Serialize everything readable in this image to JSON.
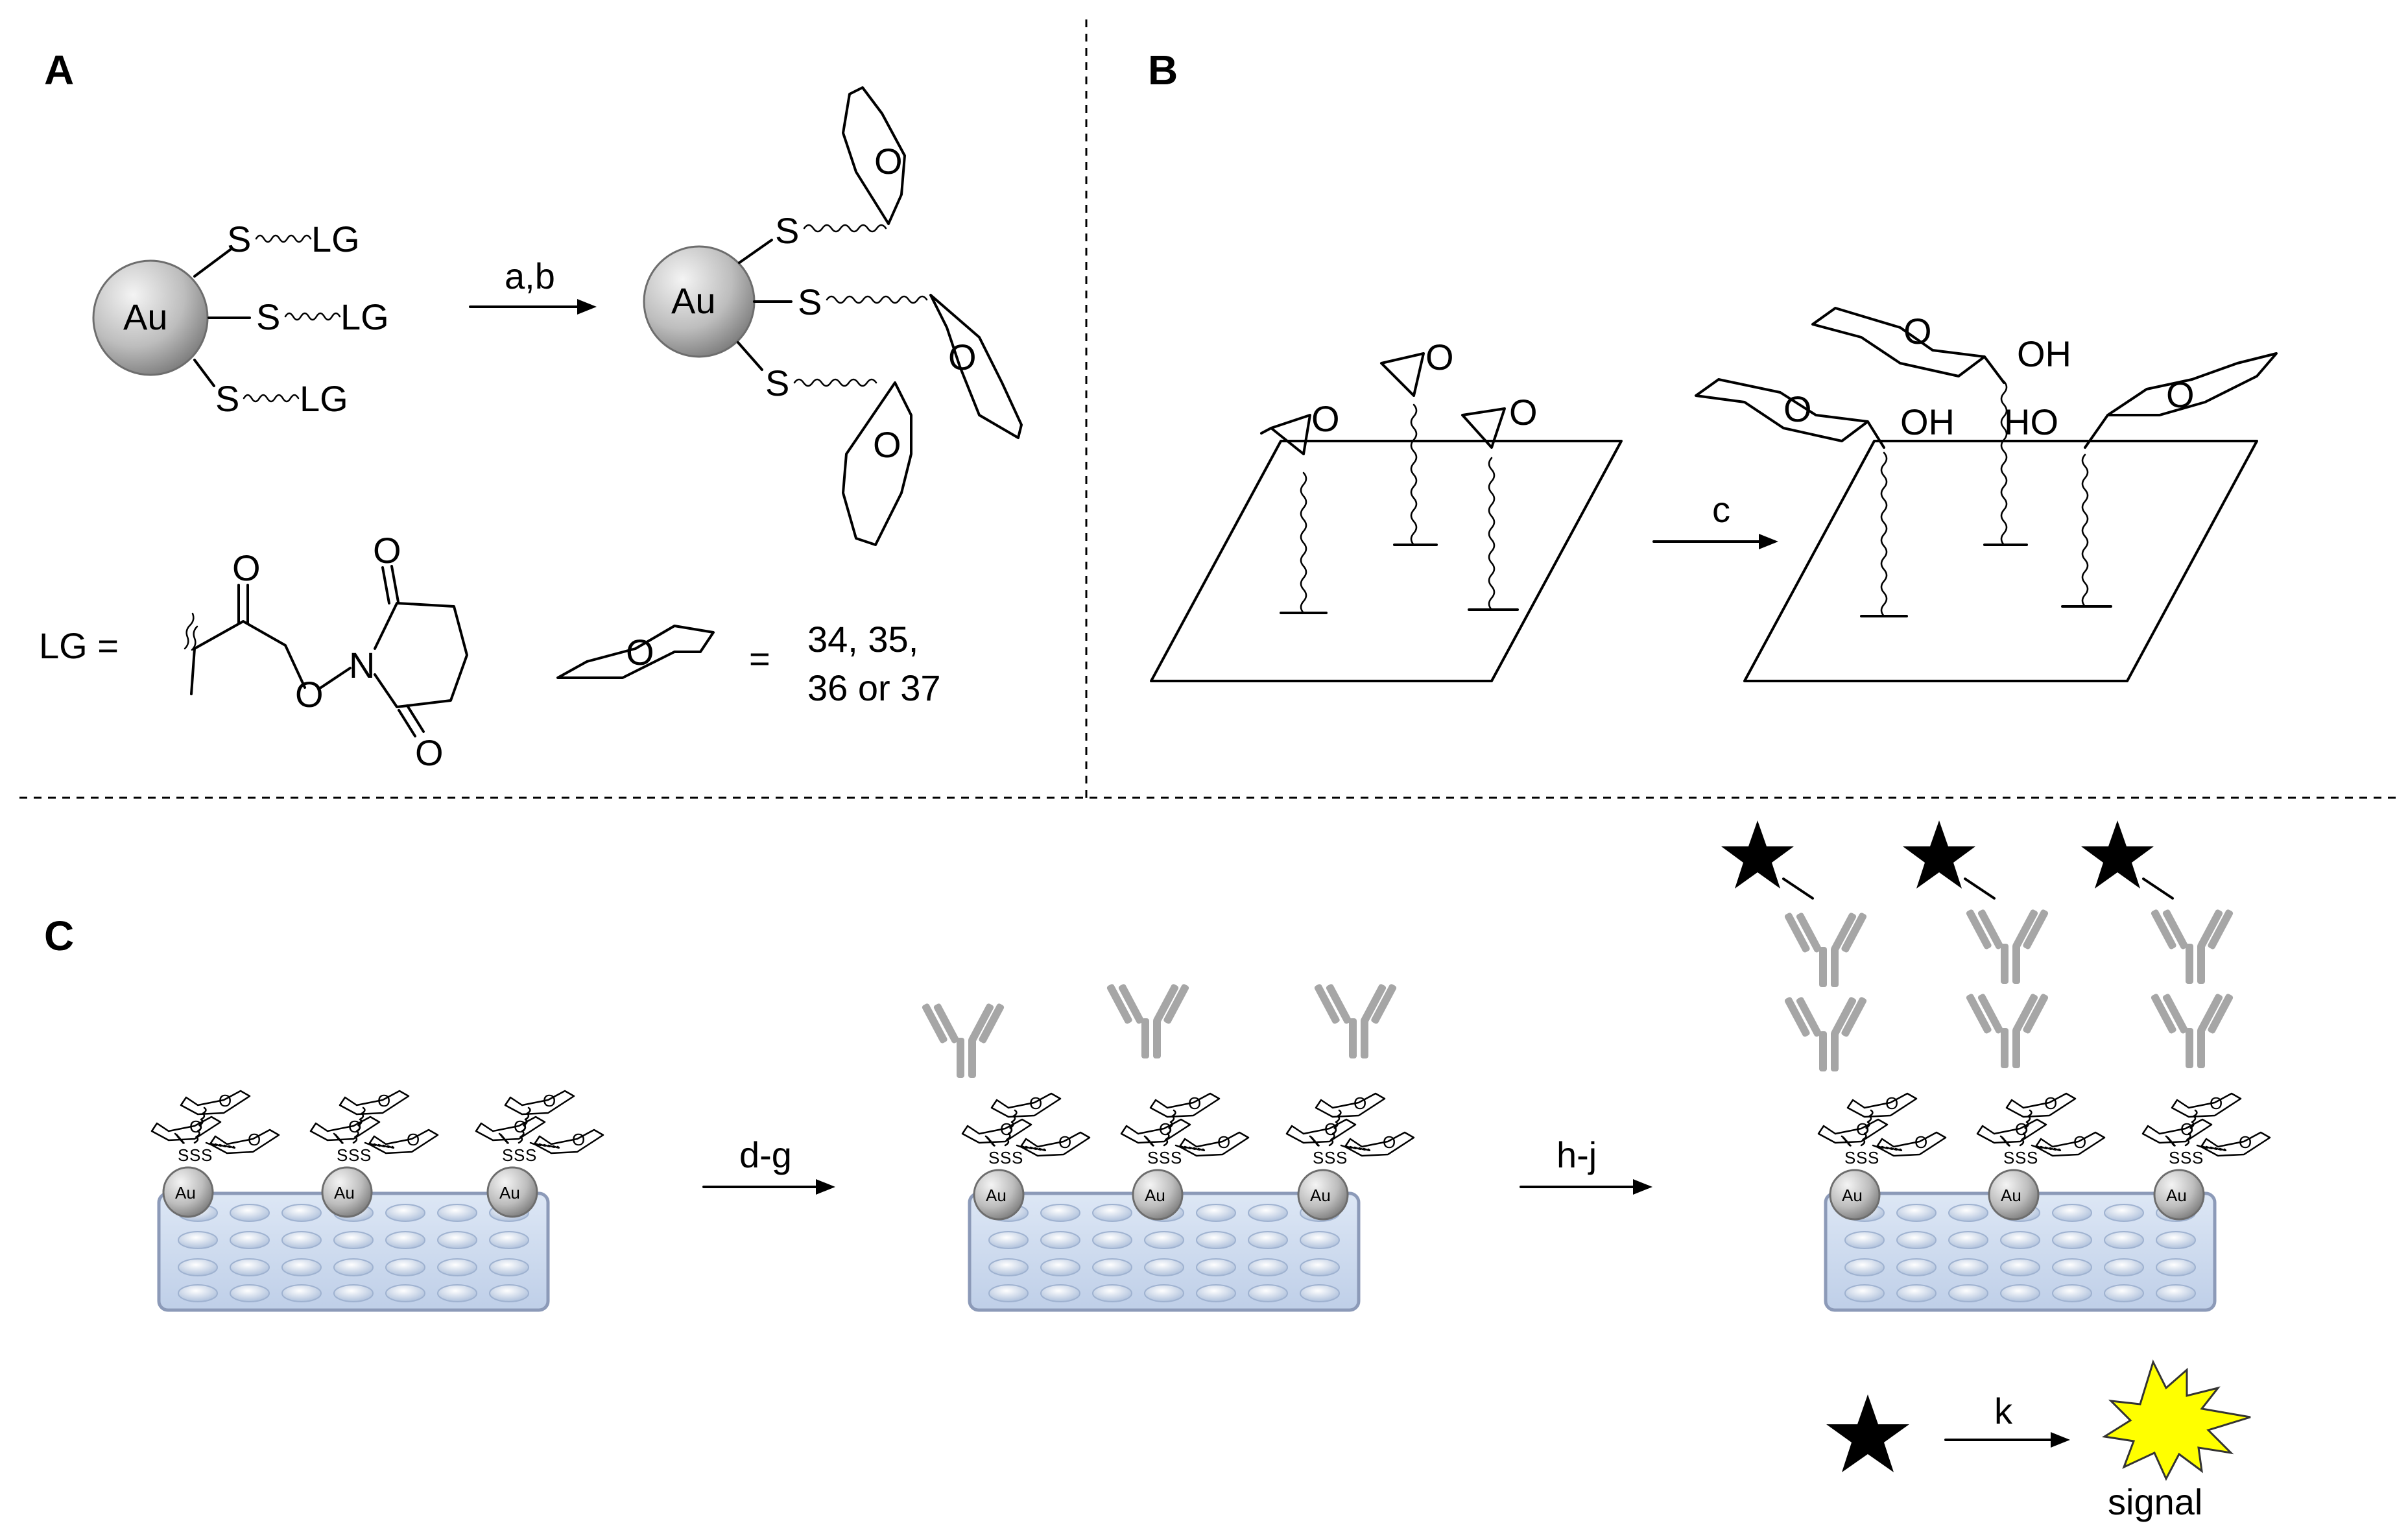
{
  "panels": {
    "a": "A",
    "b": "B",
    "c": "C"
  },
  "panel_a": {
    "core": "Au",
    "sulfur": "S",
    "leaving_group": "LG",
    "arrow_label": "a,b",
    "lg_prefix": "LG =",
    "ring_oxygen": "O",
    "imide_nitrogen": "N",
    "equals": "=",
    "compounds_line1": "34, 35,",
    "compounds_line2": "36 or 37"
  },
  "panel_b": {
    "epoxide_oxygen": "O",
    "arrow_label": "c",
    "hydroxyl_right": "OH",
    "hydroxyl_left": "HO",
    "sugar_oxygen": "O"
  },
  "panel_c": {
    "core": "Au",
    "sulfur": "S",
    "sugar_oxygen": "O",
    "arrow1_label": "d-g",
    "arrow2_label": "h-j",
    "arrow3_label": "k",
    "signal_label": "signal"
  },
  "colors": {
    "gold_light": "#f2f2f2",
    "gold_dark": "#8a8a8a",
    "plate_fill": "#cfdcf0",
    "plate_stroke": "#8c9ab8",
    "antibody": "#a6a6a6",
    "star": "#000000",
    "burst": "#ffff00"
  },
  "icons": [
    "gold-nanoparticle",
    "pyranose-ring",
    "epoxide",
    "microarray-plate",
    "antibody",
    "label-star",
    "signal-burst"
  ]
}
